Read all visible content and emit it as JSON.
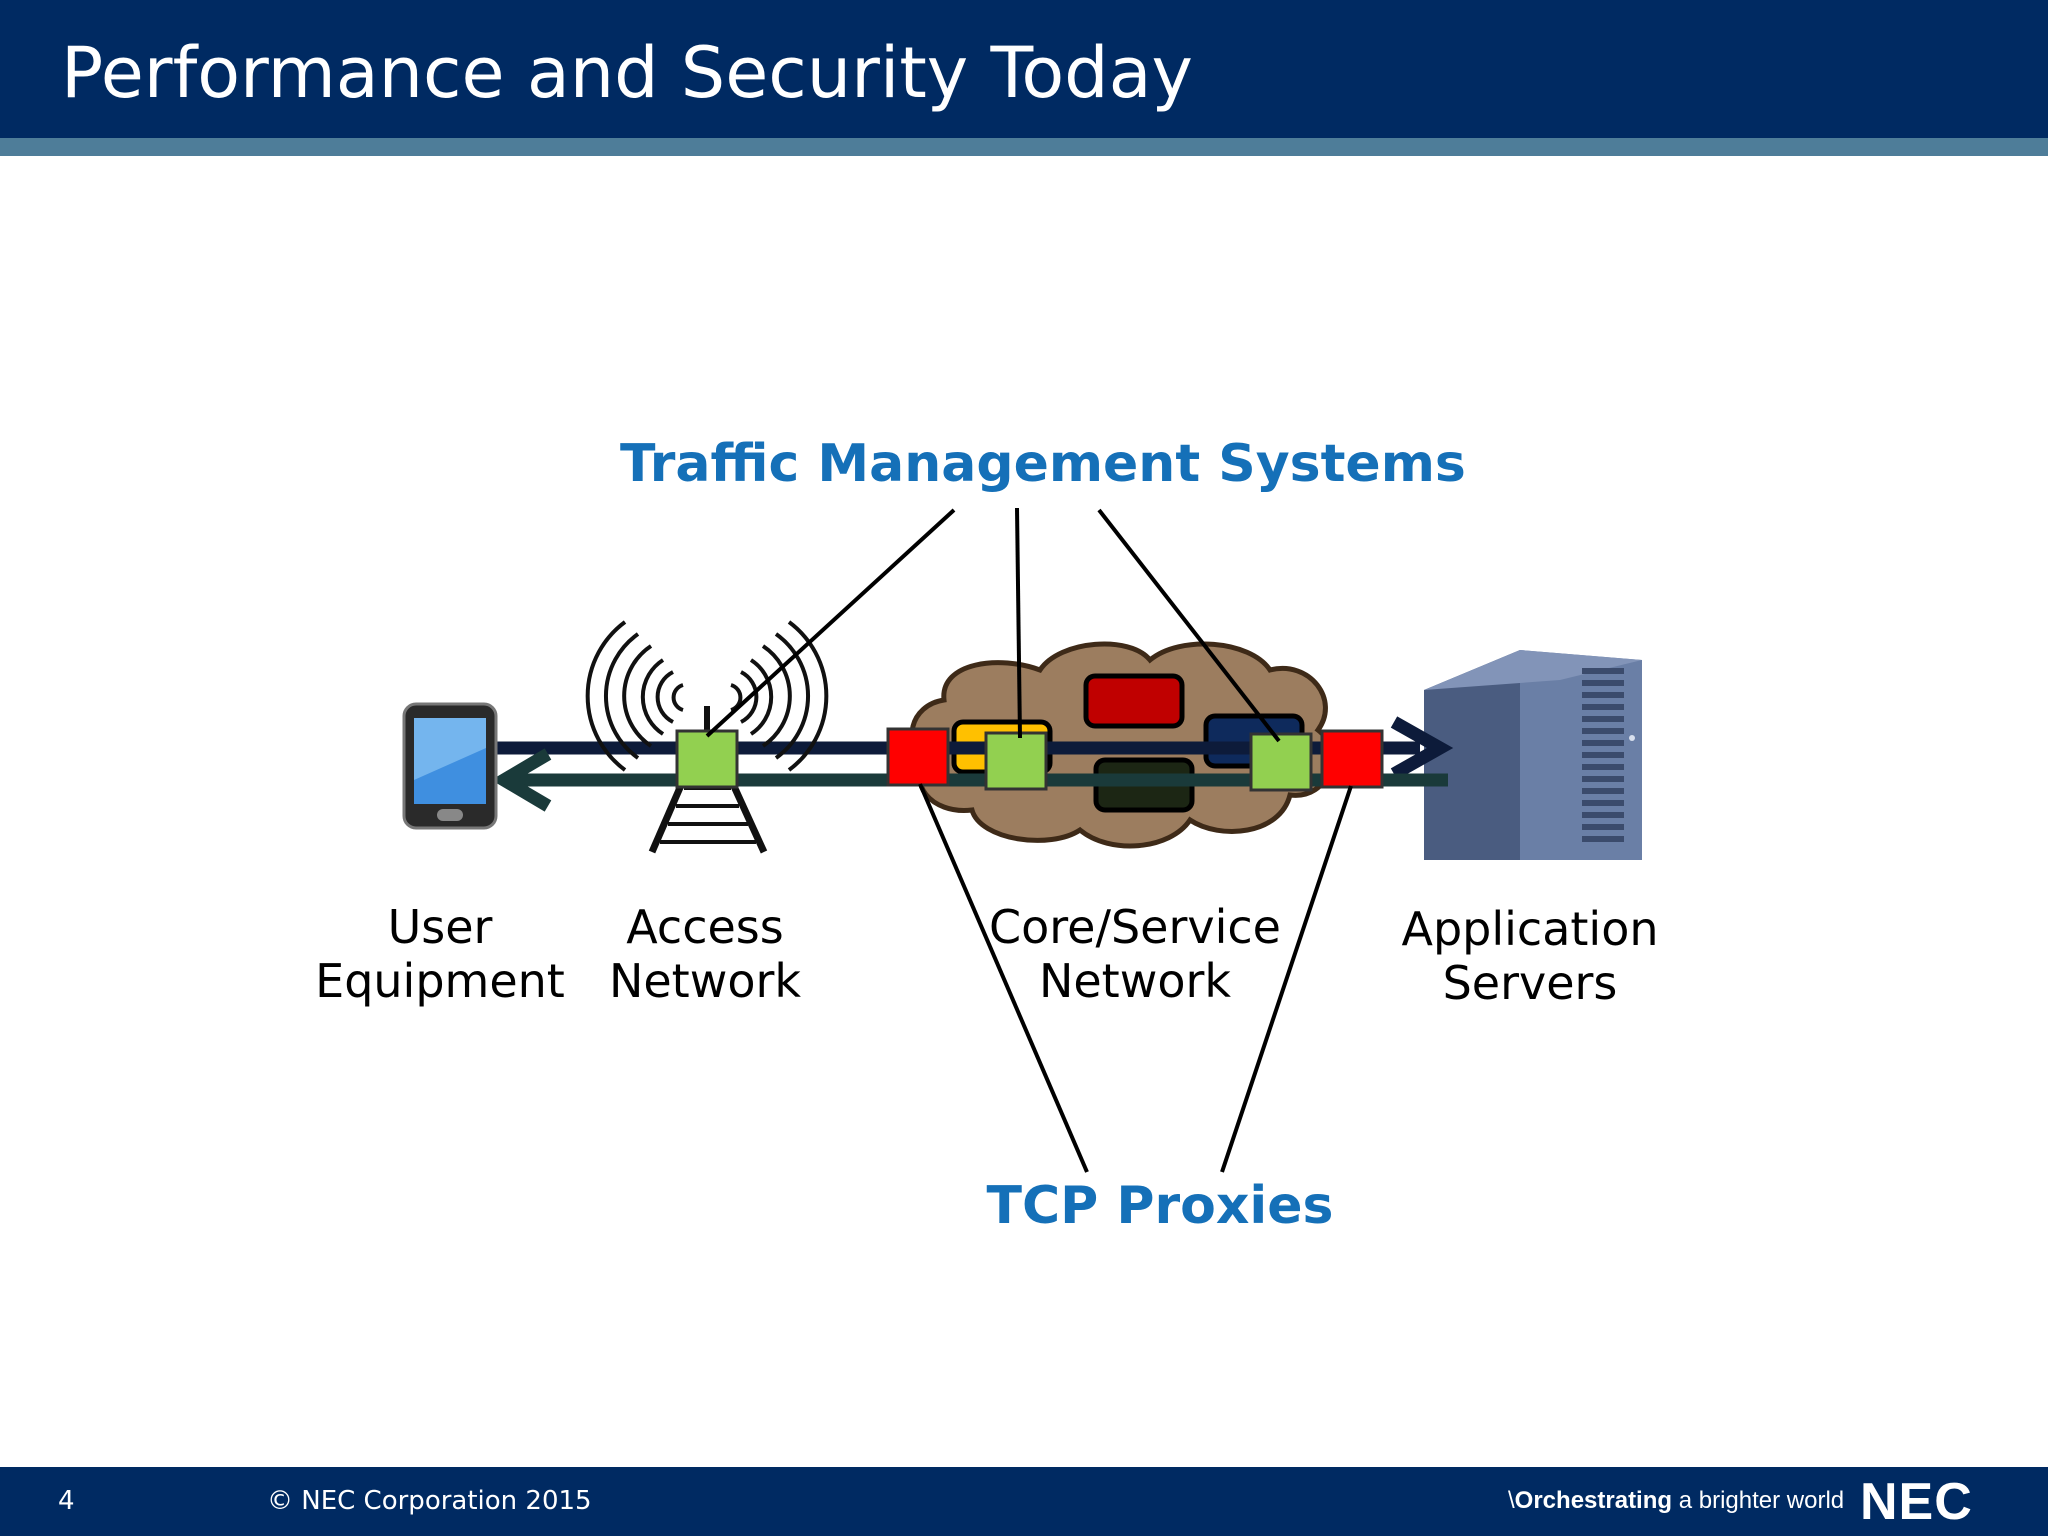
{
  "slide": {
    "title": "Performance and Security Today"
  },
  "diagram": {
    "callouts": {
      "top": "Traffic Management Systems",
      "bottom": "TCP Proxies"
    },
    "nodes": [
      {
        "line1": "User",
        "line2": "Equipment"
      },
      {
        "line1": "Access",
        "line2": "Network"
      },
      {
        "line1": "Core/Service",
        "line2": "Network"
      },
      {
        "line1": "Application",
        "line2": "Servers"
      }
    ],
    "colors": {
      "traffic_management_box": "#92d050",
      "tcp_proxy_box": "#ff0000",
      "callout_text": "#1570b8",
      "cloud_fill": "#9c7d5f",
      "header_bg": "#002a62"
    }
  },
  "footer": {
    "page_number": "4",
    "copyright": "© NEC Corporation 2015",
    "tagline_bold": "Orchestrating",
    "tagline_rest": " a brighter world",
    "brand": "NEC"
  }
}
